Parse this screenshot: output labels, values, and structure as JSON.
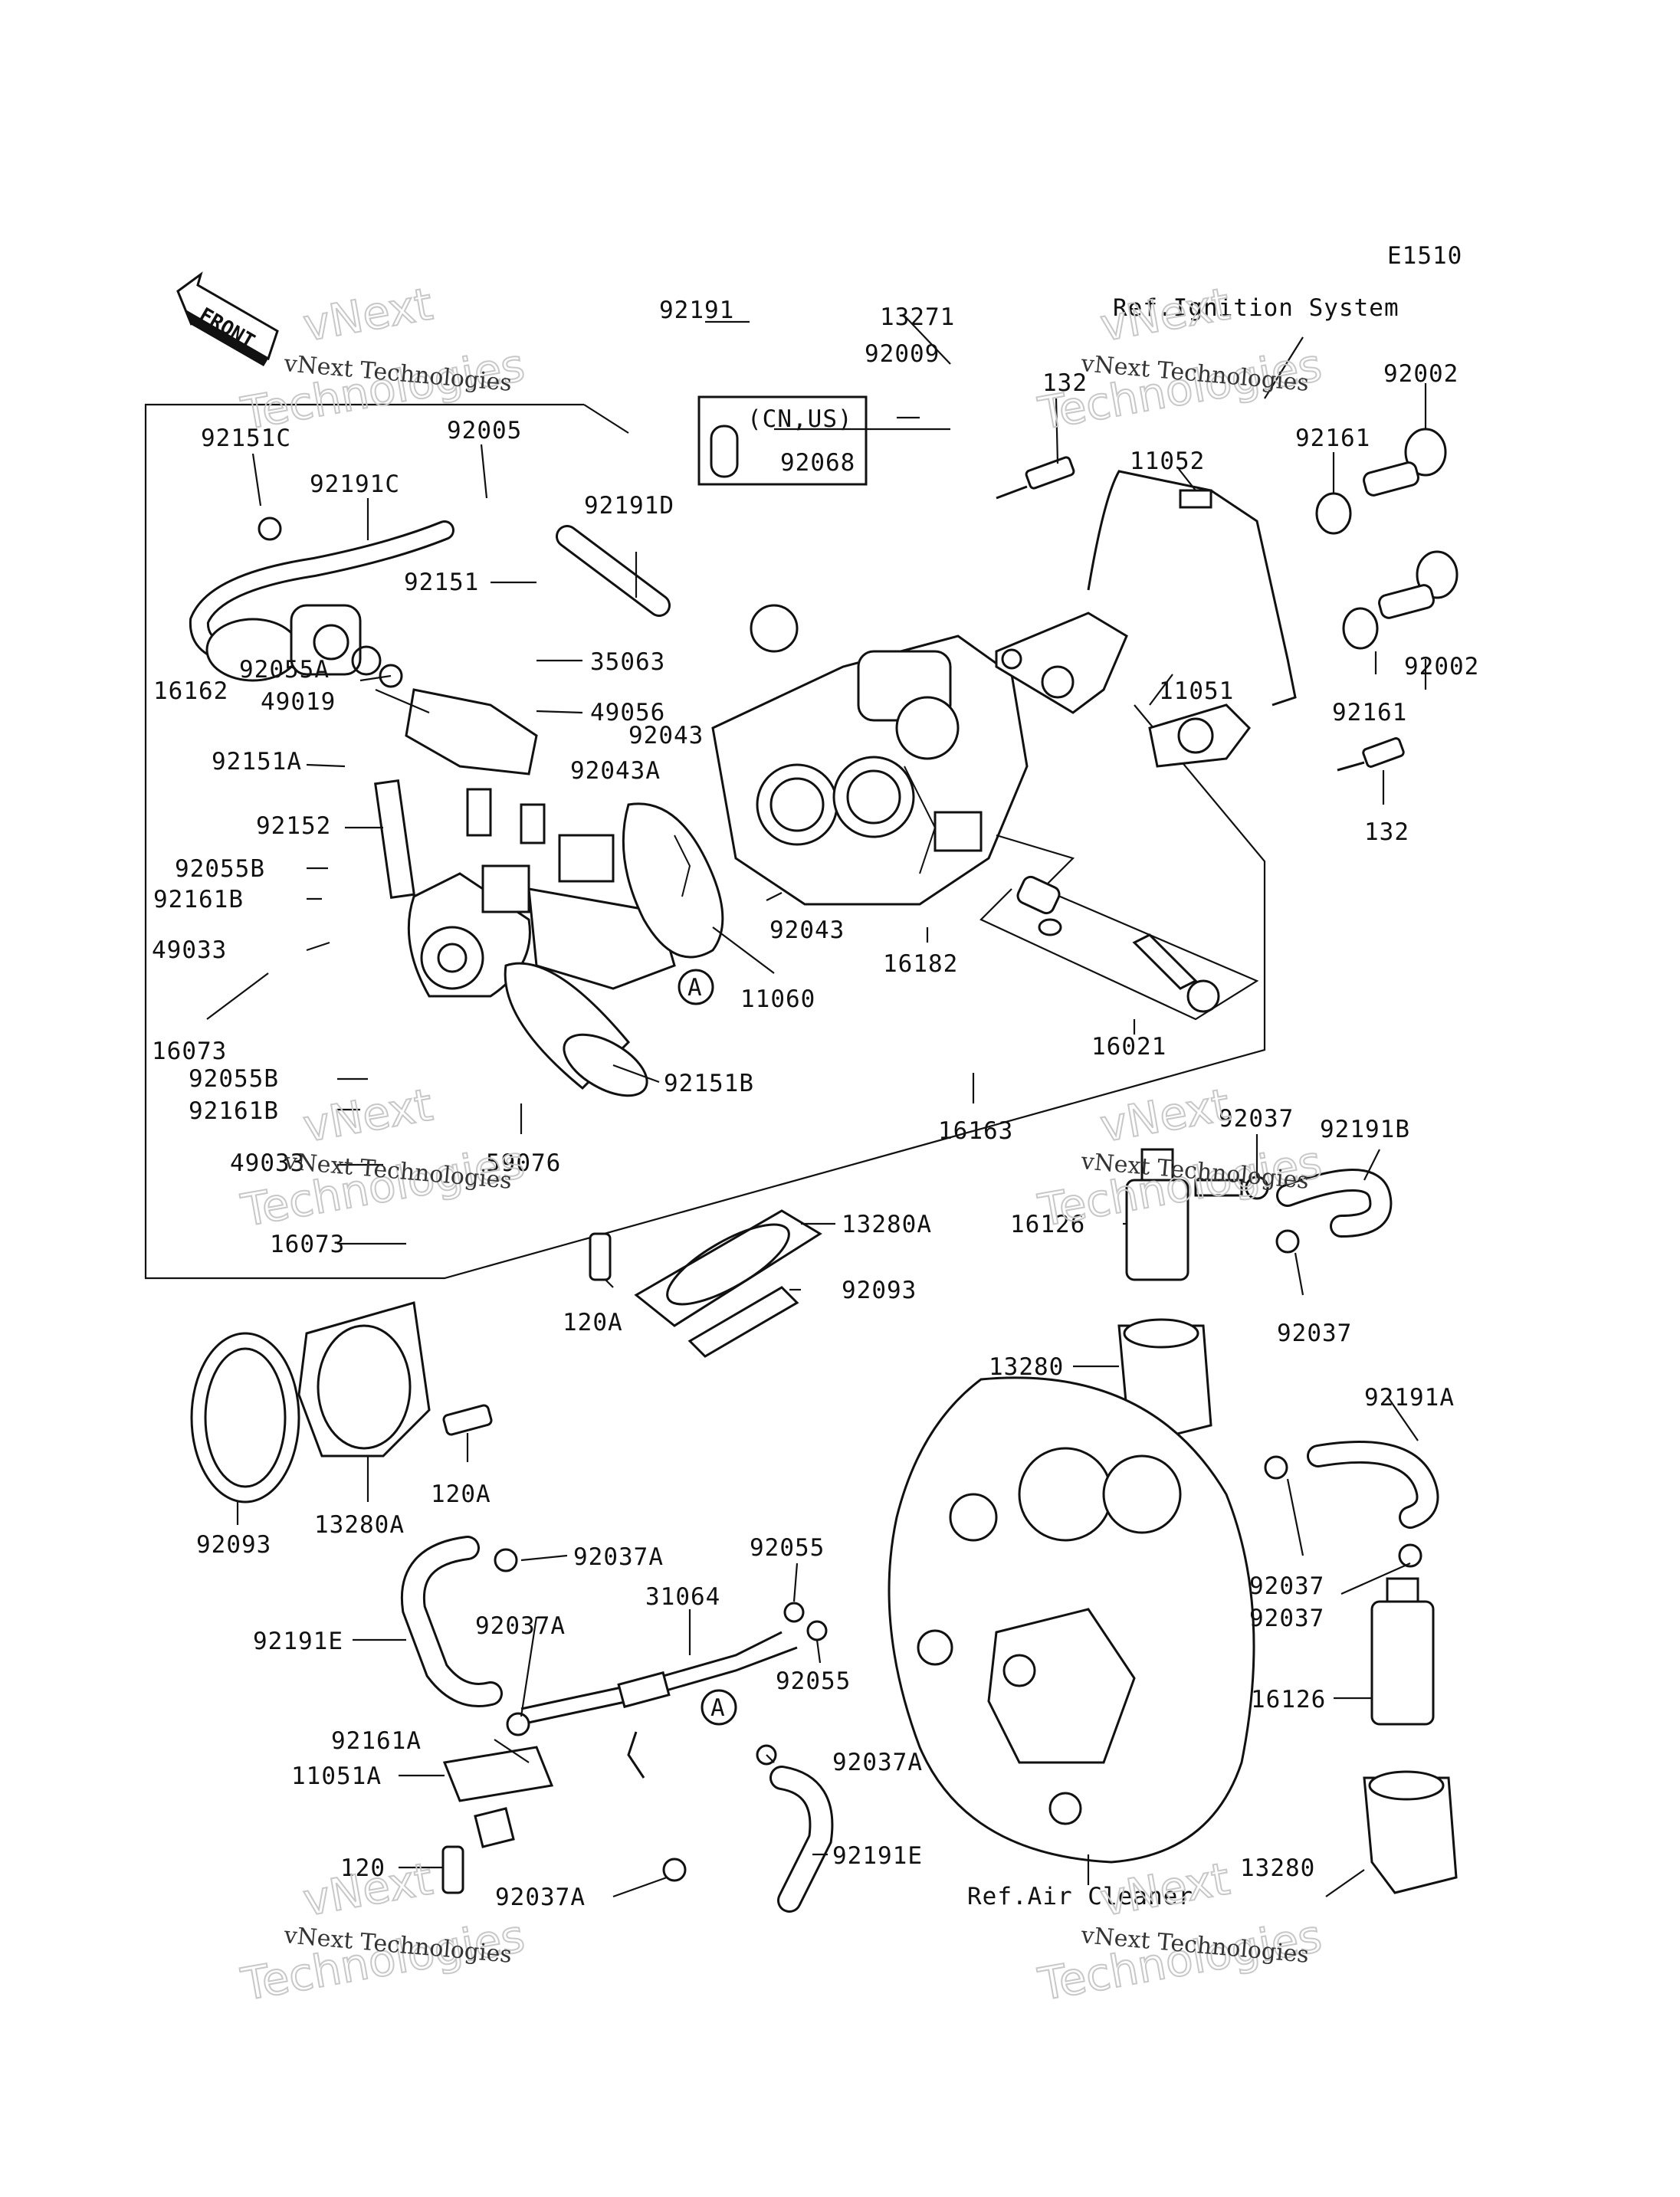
{
  "diagram_code": "E1510",
  "front_label": "FRONT",
  "watermark": {
    "company": "vNext Technologies",
    "line1": "vNext",
    "line2": "Technologies"
  },
  "references": {
    "ignition": "Ref.Ignition System",
    "air_cleaner": "Ref.Air Cleaner"
  },
  "region_note": "(CN,US)",
  "callout_letter": "A",
  "labels": [
    {
      "id": "92191",
      "text": "92191"
    },
    {
      "id": "13271",
      "text": "13271"
    },
    {
      "id": "92009",
      "text": "92009"
    },
    {
      "id": "92068",
      "text": "92068"
    },
    {
      "id": "132a",
      "text": "132"
    },
    {
      "id": "11052",
      "text": "11052"
    },
    {
      "id": "92002a",
      "text": "92002"
    },
    {
      "id": "92161a",
      "text": "92161"
    },
    {
      "id": "92151C",
      "text": "92151C"
    },
    {
      "id": "92005",
      "text": "92005"
    },
    {
      "id": "92191C",
      "text": "92191C"
    },
    {
      "id": "92191D",
      "text": "92191D"
    },
    {
      "id": "92151",
      "text": "92151"
    },
    {
      "id": "35063",
      "text": "35063"
    },
    {
      "id": "16162",
      "text": "16162"
    },
    {
      "id": "92055A",
      "text": "92055A"
    },
    {
      "id": "49019",
      "text": "49019"
    },
    {
      "id": "49056",
      "text": "49056"
    },
    {
      "id": "92151A",
      "text": "92151A"
    },
    {
      "id": "92043a",
      "text": "92043"
    },
    {
      "id": "92043A",
      "text": "92043A"
    },
    {
      "id": "11051",
      "text": "11051"
    },
    {
      "id": "92002b",
      "text": "92002"
    },
    {
      "id": "92161b",
      "text": "92161"
    },
    {
      "id": "132b",
      "text": "132"
    },
    {
      "id": "92152",
      "text": "92152"
    },
    {
      "id": "92055B",
      "text": "92055B"
    },
    {
      "id": "92161B",
      "text": "92161B"
    },
    {
      "id": "49033a",
      "text": "49033"
    },
    {
      "id": "16073a",
      "text": "16073"
    },
    {
      "id": "92043b",
      "text": "92043"
    },
    {
      "id": "16182",
      "text": "16182"
    },
    {
      "id": "11060",
      "text": "11060"
    },
    {
      "id": "16021",
      "text": "16021"
    },
    {
      "id": "92055B2",
      "text": "92055B"
    },
    {
      "id": "92161B2",
      "text": "92161B"
    },
    {
      "id": "92151B",
      "text": "92151B"
    },
    {
      "id": "16163",
      "text": "16163"
    },
    {
      "id": "49033b",
      "text": "49033"
    },
    {
      "id": "59076",
      "text": "59076"
    },
    {
      "id": "92037a",
      "text": "92037"
    },
    {
      "id": "92191B",
      "text": "92191B"
    },
    {
      "id": "16126a",
      "text": "16126"
    },
    {
      "id": "16073b",
      "text": "16073"
    },
    {
      "id": "13280A",
      "text": "13280A"
    },
    {
      "id": "92093a",
      "text": "92093"
    },
    {
      "id": "120A",
      "text": "120A"
    },
    {
      "id": "92037b",
      "text": "92037"
    },
    {
      "id": "13280a",
      "text": "13280"
    },
    {
      "id": "92191A",
      "text": "92191A"
    },
    {
      "id": "120A2",
      "text": "120A"
    },
    {
      "id": "92093b",
      "text": "92093"
    },
    {
      "id": "13280A2",
      "text": "13280A"
    },
    {
      "id": "92037A",
      "text": "92037A"
    },
    {
      "id": "92055a",
      "text": "92055"
    },
    {
      "id": "92037c",
      "text": "92037"
    },
    {
      "id": "92037d",
      "text": "92037"
    },
    {
      "id": "31064",
      "text": "31064"
    },
    {
      "id": "92191E",
      "text": "92191E"
    },
    {
      "id": "92037A2",
      "text": "92037A"
    },
    {
      "id": "92055b",
      "text": "92055"
    },
    {
      "id": "16126b",
      "text": "16126"
    },
    {
      "id": "92161A",
      "text": "92161A"
    },
    {
      "id": "92037A3",
      "text": "92037A"
    },
    {
      "id": "11051A",
      "text": "11051A"
    },
    {
      "id": "92191E2",
      "text": "92191E"
    },
    {
      "id": "120",
      "text": "120"
    },
    {
      "id": "92037A4",
      "text": "92037A"
    },
    {
      "id": "13280b",
      "text": "13280"
    }
  ]
}
